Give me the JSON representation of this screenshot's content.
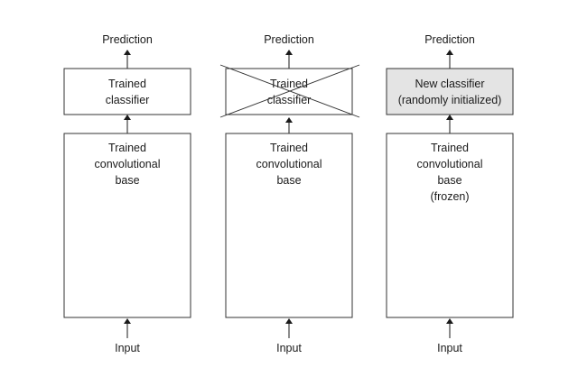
{
  "columns": [
    {
      "top_label": "Prediction",
      "classifier": {
        "lines": [
          "Trained",
          "classifier"
        ],
        "struck_out": false,
        "highlighted": false
      },
      "base": {
        "lines": [
          "Trained",
          "convolutional",
          "base"
        ]
      },
      "bottom_label": "Input"
    },
    {
      "top_label": "Prediction",
      "classifier": {
        "lines": [
          "Trained",
          "classifier"
        ],
        "struck_out": true,
        "highlighted": false
      },
      "base": {
        "lines": [
          "Trained",
          "convolutional",
          "base"
        ]
      },
      "bottom_label": "Input"
    },
    {
      "top_label": "Prediction",
      "classifier": {
        "lines": [
          "New classifier",
          "(randomly initialized)"
        ],
        "struck_out": false,
        "highlighted": true,
        "fill_color": "#e4e4e4"
      },
      "base": {
        "lines": [
          "Trained",
          "convolutional",
          "base",
          "(frozen)"
        ]
      },
      "bottom_label": "Input"
    }
  ]
}
